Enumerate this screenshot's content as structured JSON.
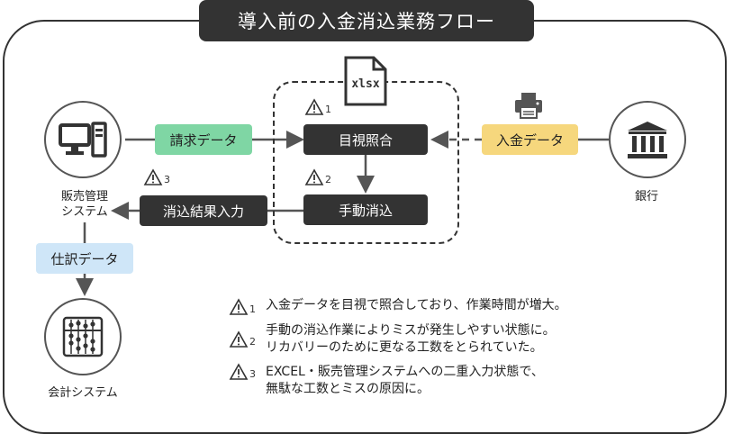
{
  "title": "導入前の入金消込業務フロー",
  "nodes": {
    "sales_system": "販売管理\nシステム",
    "bank": "銀行",
    "accounting": "会計システム",
    "file_label": "xlsx"
  },
  "boxes": {
    "invoice_data": "請求データ",
    "deposit_data": "入金データ",
    "journal_data": "仕訳データ",
    "visual_match": "目視照合",
    "manual_clear": "手動消込",
    "clear_result": "消込結果入力"
  },
  "warnings": {
    "w1": "1",
    "w2": "2",
    "w3": "3"
  },
  "notes": [
    {
      "num": "1",
      "lines": [
        "入金データを目視で照合しており、作業時間が増大。"
      ]
    },
    {
      "num": "2",
      "lines": [
        "手動の消込作業によりミスが発生しやすい状態に。",
        "リカバリーのために更なる工数をとられていた。"
      ]
    },
    {
      "num": "3",
      "lines": [
        "EXCEL・販売管理システムへの二重入力状態で、",
        "無駄な工数とミスの原因に。"
      ]
    }
  ],
  "colors": {
    "dark": "#333333",
    "invoice": "#7fd6a4",
    "deposit": "#f6d77d",
    "journal": "#cfe6f8"
  }
}
